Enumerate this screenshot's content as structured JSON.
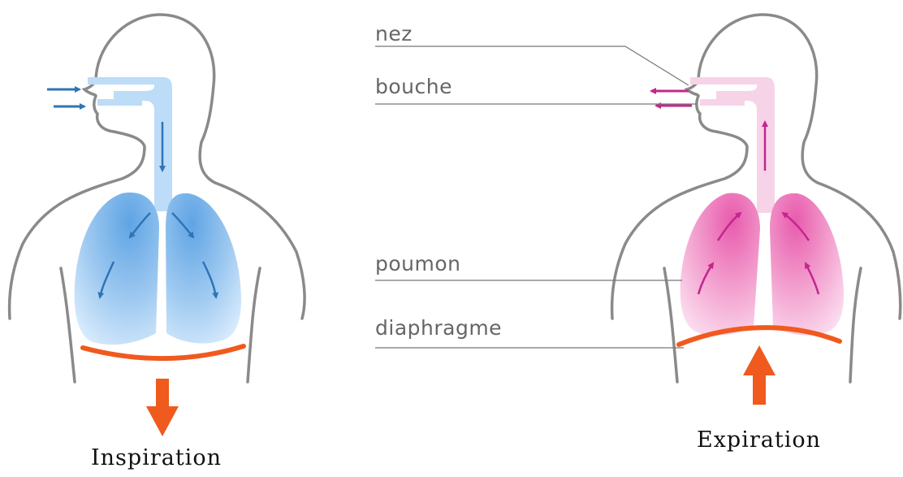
{
  "labels": {
    "nez": "nez",
    "bouche": "bouche",
    "poumon": "poumon",
    "diaphragme": "diaphragme"
  },
  "captions": {
    "inspiration": "Inspiration",
    "expiration": "Expiration"
  },
  "colors": {
    "outline": "#8a8a8a",
    "inspiration_airway": "#bcdcf7",
    "inspiration_lung_light": "#cfe6fb",
    "inspiration_lung_dark": "#6eaee8",
    "inspiration_arrow": "#2f74b5",
    "expiration_airway": "#f7d3e8",
    "expiration_lung_light": "#f9d4e9",
    "expiration_lung_dark": "#e65fae",
    "expiration_arrow": "#c4268d",
    "diaphragm": "#f05a1e",
    "leader_line": "#777777"
  },
  "icons": {
    "breath_in": "arrow-right-icon",
    "breath_out": "arrow-left-icon",
    "diaphragm_down": "arrow-down-icon",
    "diaphragm_up": "arrow-up-icon"
  }
}
